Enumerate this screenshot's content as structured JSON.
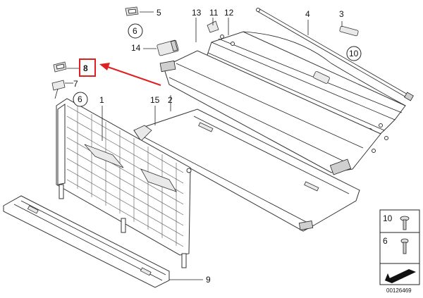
{
  "diagram": {
    "part_numbers": {
      "p1": "1",
      "p2": "2",
      "p3": "3",
      "p4": "4",
      "p5": "5",
      "p6a": "6",
      "p7": "7",
      "p8": "8",
      "p9": "9",
      "p10": "10",
      "p11": "11",
      "p12": "12",
      "p13": "13",
      "p14": "14",
      "p15": "15",
      "p6b": "6"
    },
    "legend": {
      "screw_10": "10",
      "screw_6": "6"
    },
    "diagram_code": "00126469",
    "colors": {
      "highlight": "#e02020",
      "line": "#222222",
      "background": "#ffffff"
    }
  }
}
